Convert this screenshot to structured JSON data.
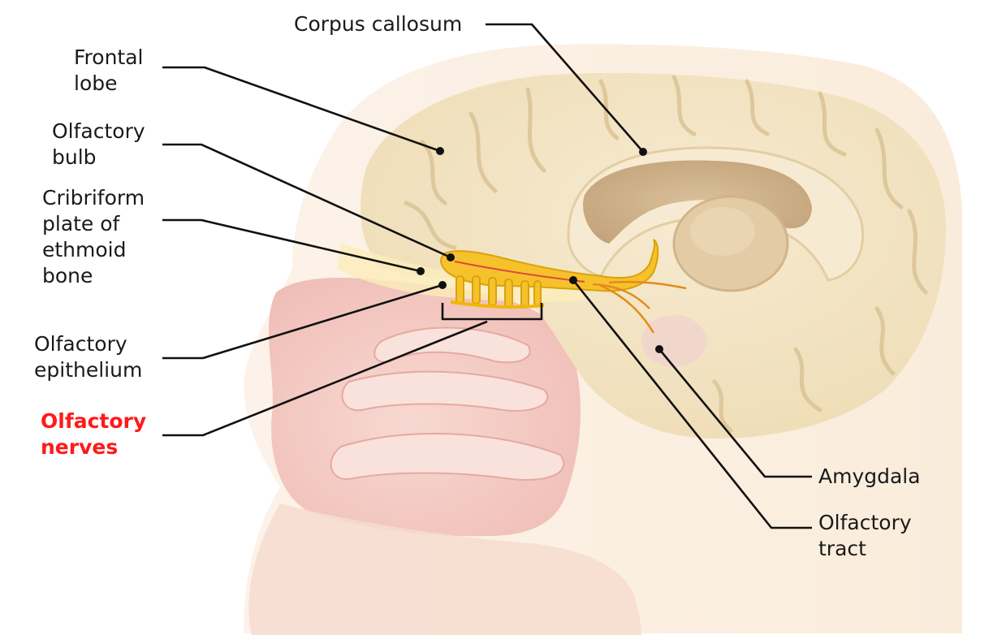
{
  "labels": {
    "corpus_callosum": {
      "lines": [
        "Corpus callosum"
      ]
    },
    "frontal_lobe": {
      "lines": [
        "Frontal",
        "lobe"
      ]
    },
    "olfactory_bulb": {
      "lines": [
        "Olfactory",
        "bulb"
      ]
    },
    "cribriform_plate": {
      "lines": [
        "Cribriform",
        "plate of",
        "ethmoid",
        "bone"
      ]
    },
    "olfactory_epithelium": {
      "lines": [
        "Olfactory",
        "epithelium"
      ]
    },
    "olfactory_nerves": {
      "lines": [
        "Olfactory",
        "nerves"
      ]
    },
    "amygdala": {
      "lines": [
        "Amygdala"
      ]
    },
    "olfactory_tract": {
      "lines": [
        "Olfactory",
        "tract"
      ]
    }
  },
  "colors": {
    "highlight_label": "#ff1a1a",
    "nerve": "#f2b705",
    "brain": "#f3e6c6",
    "nasal_mucosa": "#f4c6c1"
  }
}
